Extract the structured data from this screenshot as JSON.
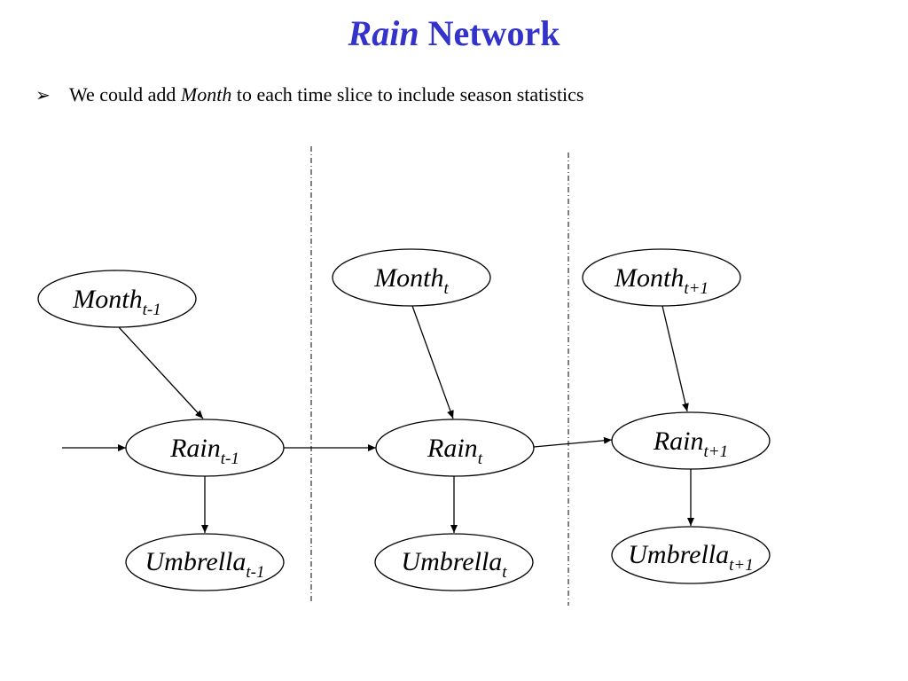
{
  "colors": {
    "title": "#3333cc",
    "text": "#000000",
    "line": "#000000"
  },
  "title": {
    "italic_part": "Rain",
    "rest": "Network"
  },
  "bullet": {
    "marker": "➢",
    "before": "We could add",
    "italic_word": "Month",
    "after": "to each time slice to include season statistics"
  },
  "nodes": {
    "month_prev": {
      "base": "Month",
      "sub": "t-1"
    },
    "month_t": {
      "base": "Month",
      "sub": "t"
    },
    "month_next": {
      "base": "Month",
      "sub": "t+1"
    },
    "rain_prev": {
      "base": "Rain",
      "sub": "t-1"
    },
    "rain_t": {
      "base": "Rain",
      "sub": "t"
    },
    "rain_next": {
      "base": "Rain",
      "sub": "t+1"
    },
    "umbrella_prev": {
      "base": "Umbrella",
      "sub": "t-1"
    },
    "umbrella_t": {
      "base": "Umbrella",
      "sub": "t"
    },
    "umbrella_next": {
      "base": "Umbrella",
      "sub": "t+1"
    }
  },
  "edges": [
    {
      "from": "month_prev",
      "to": "rain_prev"
    },
    {
      "from": "month_t",
      "to": "rain_t"
    },
    {
      "from": "month_next",
      "to": "rain_next"
    },
    {
      "from": "rain_prev",
      "to": "rain_t"
    },
    {
      "from": "rain_t",
      "to": "rain_next"
    },
    {
      "from": "rain_prev",
      "to": "umbrella_prev"
    },
    {
      "from": "rain_t",
      "to": "umbrella_t"
    },
    {
      "from": "rain_next",
      "to": "umbrella_next"
    },
    {
      "from": "incoming",
      "to": "rain_prev"
    }
  ]
}
